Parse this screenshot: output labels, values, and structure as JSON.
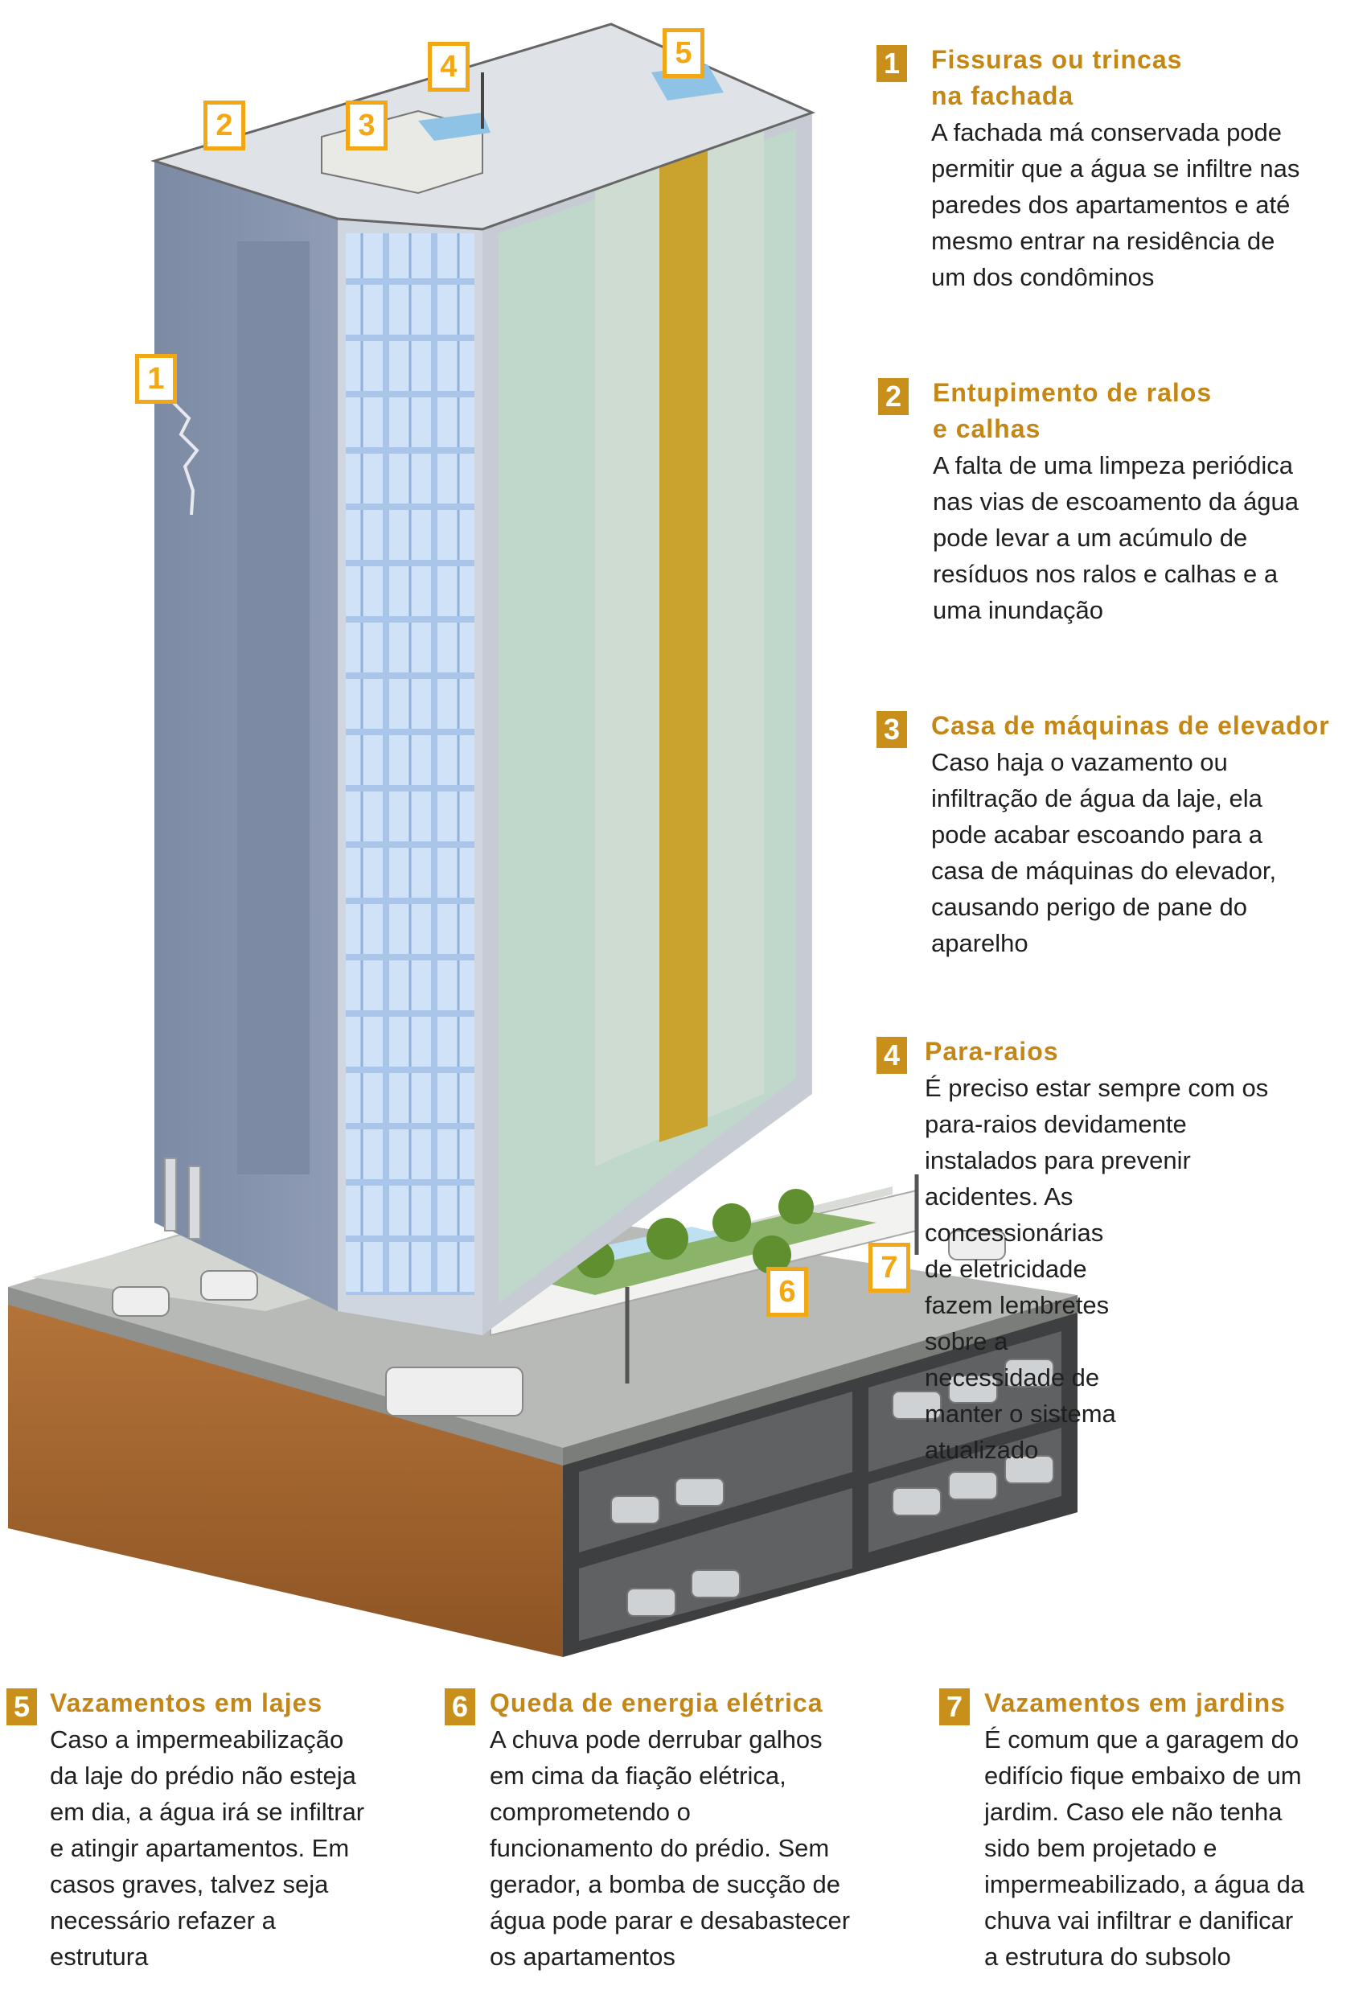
{
  "items": [
    {
      "num": "1",
      "title": "Fissuras ou trincas\nna fachada",
      "body": "A fachada má conservada pode\npermitir que a água se infiltre nas\nparedes dos apartamentos e até\nmesmo entrar na residência de\num dos condôminos"
    },
    {
      "num": "2",
      "title": "Entupimento de ralos\ne calhas",
      "body": "A falta de uma limpeza periódica\nnas vias de escoamento da água\npode levar a um acúmulo de\nresíduos nos ralos e calhas e a\numa inundação"
    },
    {
      "num": "3",
      "title": "Casa de máquinas de elevador",
      "body": "Caso haja o vazamento ou\ninfiltração de água da laje, ela\npode acabar escoando para a\ncasa de máquinas do elevador,\ncausando perigo de pane do\naparelho"
    },
    {
      "num": "4",
      "title": "Para-raios",
      "body": "É preciso estar sempre com os\npara-raios devidamente\ninstalados para prevenir\nacidentes. As\nconcessionárias\nde eletricidade\nfazem lembretes\nsobre a\nnecessidade de\nmanter o sistema\natualizado"
    },
    {
      "num": "5",
      "title": "Vazamentos em lajes",
      "body": "Caso a impermeabilização\nda laje do prédio não esteja\nem dia, a água irá se infiltrar\ne atingir apartamentos. Em\ncasos graves, talvez seja\nnecessário refazer a\nestrutura"
    },
    {
      "num": "6",
      "title": "Queda de energia elétrica",
      "body": "A chuva pode derrubar galhos\nem cima da fiação elétrica,\ncomprometendo o\nfuncionamento do prédio. Sem\ngerador, a bomba de sucção de\nágua pode parar e desabastecer\nos apartamentos"
    },
    {
      "num": "7",
      "title": "Vazamentos em jardins",
      "body": "É comum que a garagem do\nedifício fique embaixo de um\njardim. Caso ele não tenha\nsido bem projetado e\nimpermeabilizado, a água da\nchuva vai infiltrar e danificar\na estrutura do subsolo"
    }
  ],
  "diagram_markers": [
    "1",
    "2",
    "3",
    "4",
    "5",
    "6",
    "7"
  ],
  "colors": {
    "accent": "#c8901a",
    "marker_border": "#f2a814",
    "facade": "#7d8ba3",
    "glass": "#b8d3f2",
    "soil": "#a86a34",
    "balcony": "#efdcae"
  }
}
